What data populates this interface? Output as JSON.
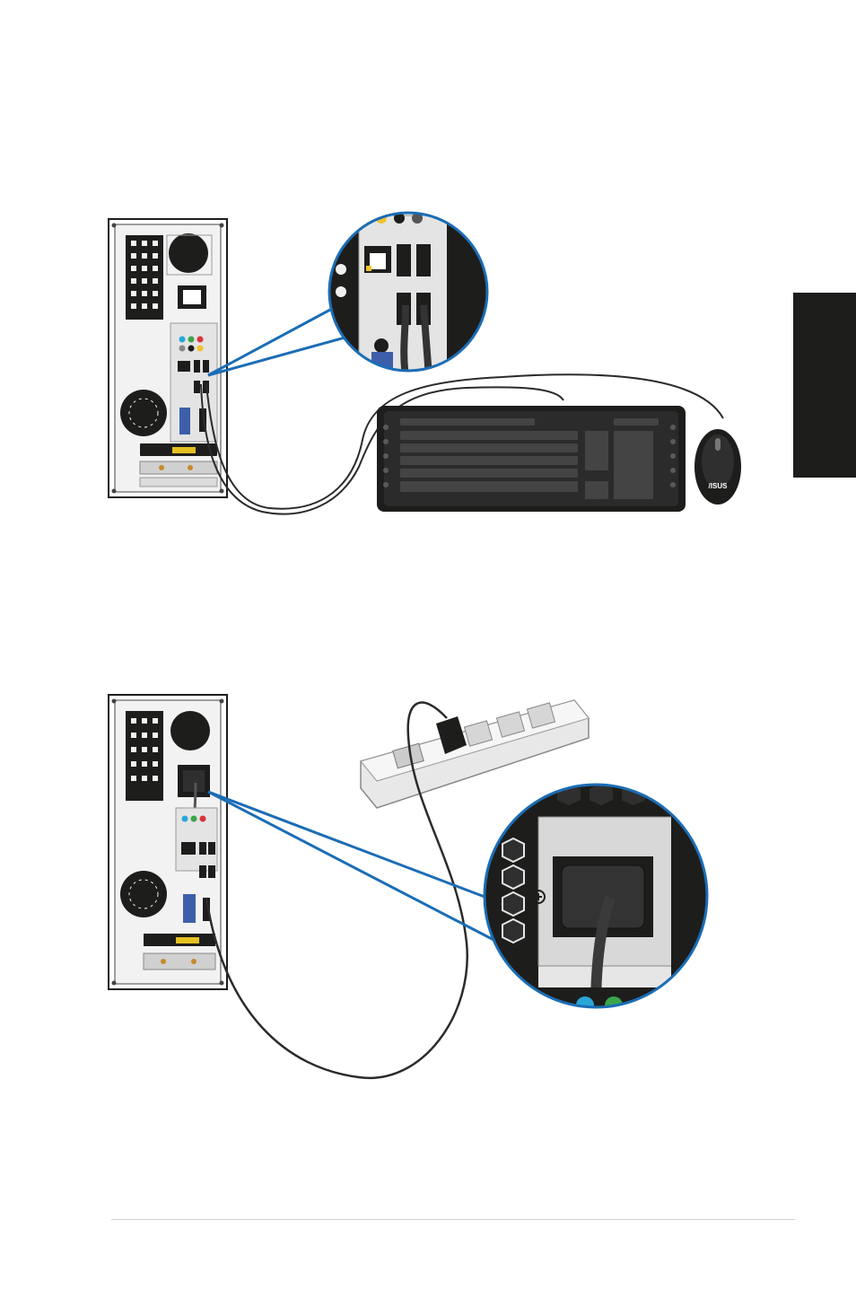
{
  "side_tab": {
    "color": "#1d1d1b"
  },
  "figures": [
    {
      "id": "figure-keyboard-mouse",
      "callout_color": "#1b6db5",
      "logo_text": "/ISUS"
    },
    {
      "id": "figure-power",
      "callout_color": "#1b6db5"
    }
  ]
}
